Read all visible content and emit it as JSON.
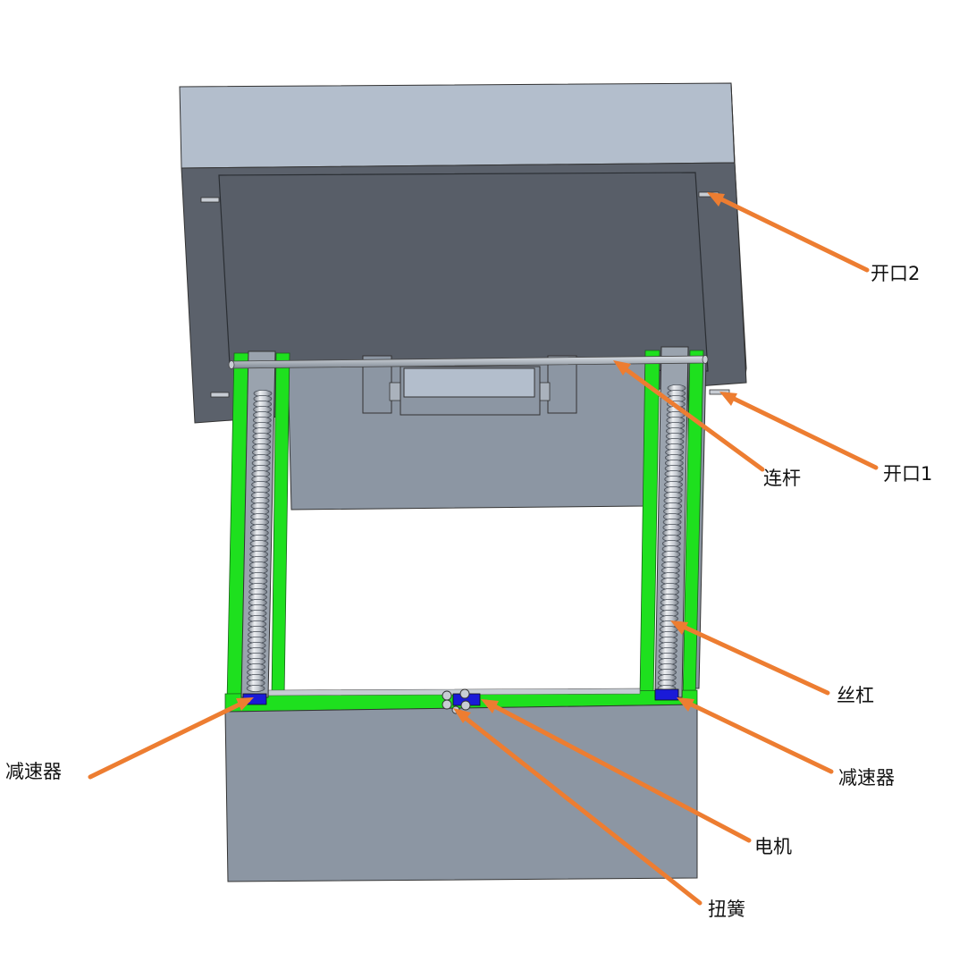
{
  "diagram": {
    "labels": {
      "opening_2": "开口2",
      "opening_1": "开口1",
      "connecting_rod": "连杆",
      "lead_screw": "丝杠",
      "reducer_left": "减速器",
      "reducer_right": "减速器",
      "motor": "电机",
      "torsion_spring": "扭簧"
    }
  },
  "colors": {
    "arrow": "#ED7D31",
    "lid_top": "#B3BECC",
    "lid_face": "#5B616B",
    "lid_inner": "#585E68",
    "body": "#8C96A3",
    "frame_green": "#1EE01E",
    "reducer_blue": "#1A1AD8",
    "rod": "#A5AEBA",
    "screw": "#C8CDD4"
  }
}
